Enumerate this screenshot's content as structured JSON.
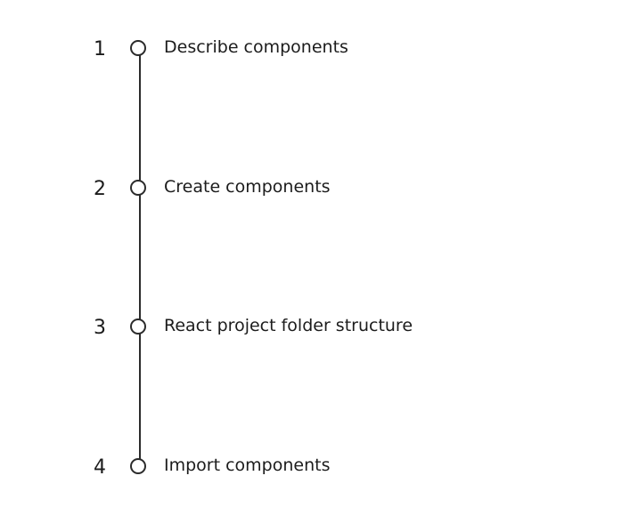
{
  "steps": [
    {
      "number": "1",
      "label": "Describe components"
    },
    {
      "number": "2",
      "label": "Create components"
    },
    {
      "number": "3",
      "label": "React project folder structure"
    },
    {
      "number": "4",
      "label": "Import components"
    }
  ],
  "colors": {
    "line": "#2b2b2b",
    "text": "#1c1c1c",
    "background": "#ffffff"
  }
}
